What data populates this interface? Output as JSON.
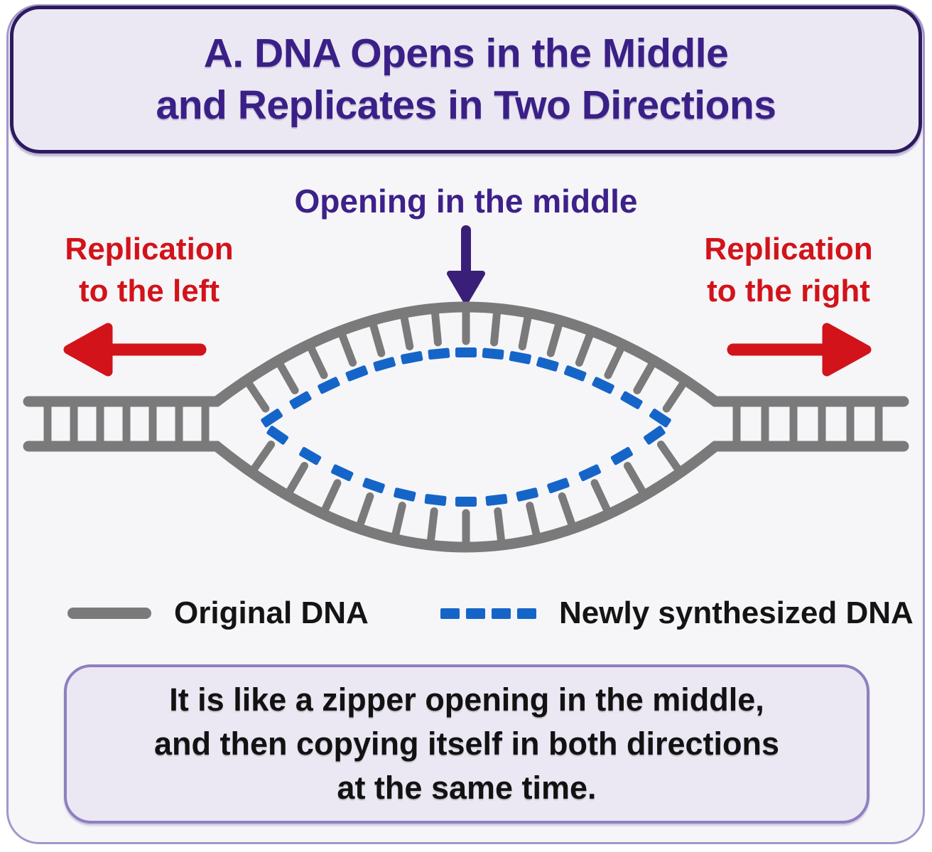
{
  "title": "A. DNA Opens in the Middle\nand Replicates in Two Directions",
  "diagram": {
    "opening_label": "Opening in the middle",
    "replication_left_label": "Replication\nto the left",
    "replication_right_label": "Replication\nto the right"
  },
  "legend": {
    "items": [
      {
        "swatch": "gray-line",
        "label": "Original DNA"
      },
      {
        "swatch": "blue-dashes",
        "label": "Newly synthesized DNA"
      }
    ]
  },
  "caption": "It is like a zipper opening in the middle,\nand then copying itself in both directions\nat the same time.",
  "colors": {
    "original_dna": "#7a7a7a",
    "new_dna": "#1565c8",
    "replication_arrow": "#d2131a",
    "opening_arrow": "#3a1f78",
    "title_text": "#3a2086",
    "frame_border": "#a396cb",
    "title_box_border": "#2d1a5e",
    "caption_box_border": "#8f7fc0",
    "box_fill": "#ebe8f4"
  }
}
